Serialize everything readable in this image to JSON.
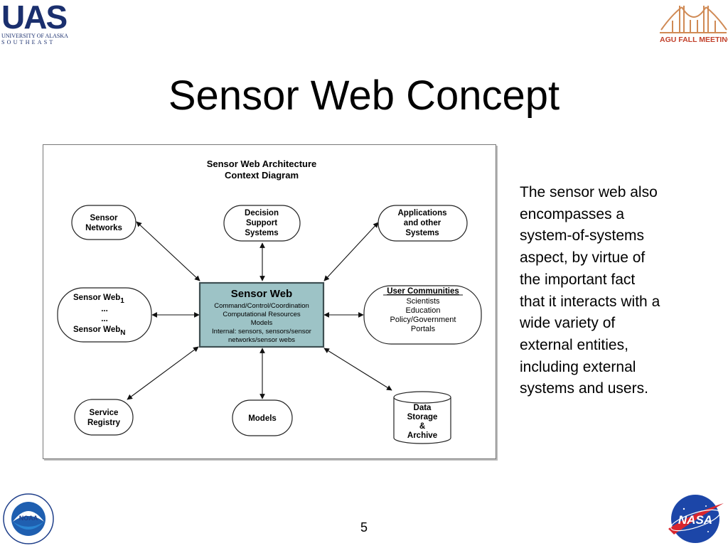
{
  "logos": {
    "uas": {
      "mark": "UAS",
      "line1": "UNIVERSITY OF ALASKA",
      "line2": "SOUTHEAST"
    },
    "agu": {
      "text": "AGU FALL MEETING"
    },
    "noaa": {
      "text": "NOAA"
    },
    "nasa": {
      "text": "NASA"
    }
  },
  "title": "Sensor Web Concept",
  "diagram": {
    "title_line1": "Sensor Web Architecture",
    "title_line2": "Context Diagram",
    "center": {
      "title": "Sensor Web",
      "lines": [
        "Command/Control/Coordination",
        "Computational Resources",
        "Models",
        "Internal: sensors, sensors/sensor",
        "networks/sensor webs"
      ]
    },
    "nodes": {
      "sensor_networks": [
        "Sensor",
        "Networks"
      ],
      "decision_support": [
        "Decision",
        "Support",
        "Systems"
      ],
      "applications": [
        "Applications",
        "and other",
        "Systems"
      ],
      "sensor_web_list": {
        "line1": "Sensor Web",
        "sub1": "1",
        "dots1": "...",
        "dots2": "...",
        "line2": "Sensor Web",
        "sub2": "N"
      },
      "user_communities": {
        "heading": "User Communities",
        "lines": [
          "Scientists",
          "Education",
          "Policy/Government",
          "Portals"
        ]
      },
      "service_registry": [
        "Service",
        "Registry"
      ],
      "models": [
        "Models"
      ],
      "data_storage": [
        "Data",
        "Storage",
        "&",
        "Archive"
      ]
    },
    "colors": {
      "center_fill": "#9dc3c6",
      "center_border": "#3e4f52"
    }
  },
  "side_text_lines": [
    "The sensor web also",
    "encompasses a",
    "system-of-systems",
    "aspect, by virtue of",
    "the important fact",
    "that it interacts with a",
    "wide variety of",
    "external entities,",
    "including external",
    "systems and users."
  ],
  "page_number": "5"
}
